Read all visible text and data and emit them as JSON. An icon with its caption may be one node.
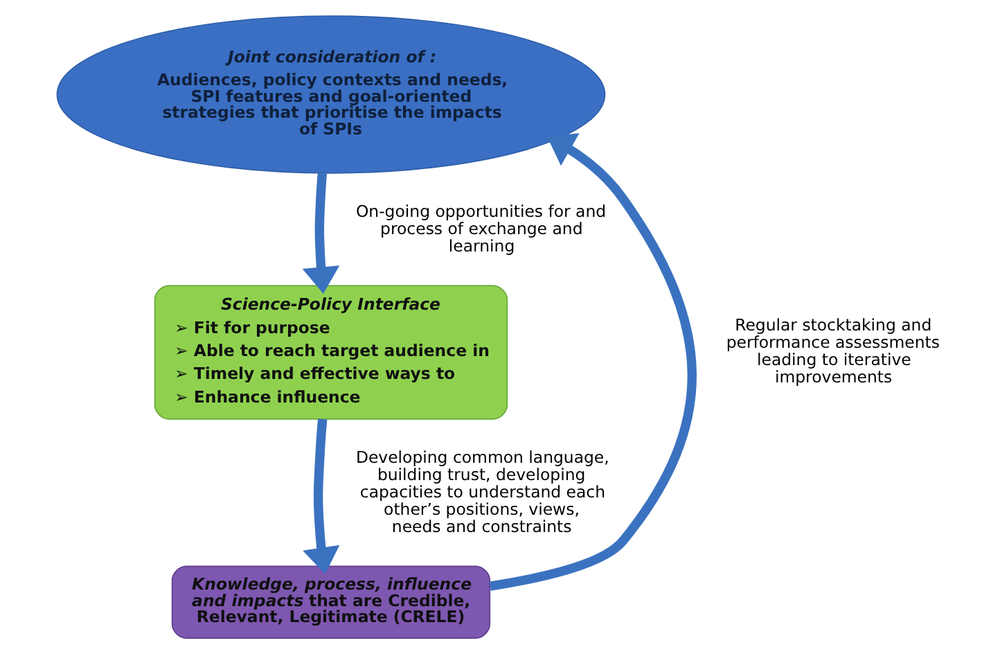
{
  "diagram": {
    "nodes": [
      {
        "text": [
          "Joint consideration of :",
          "Audiences, policy contexts and needs, SPI features and goal-oriented strategies that prioritise the impacts of SPIs"
        ]
      },
      {
        "text": [
          "Science-Policy Interface",
          "➢ Fit for purpose",
          "➢ Able to reach target audience in",
          "➢ Timely and effective ways to",
          "➢ Enhance influence"
        ]
      },
      {
        "text": [
          "*Knowledge, process, influence and impacts* that are Credible, Relevant, Legitimate (CRELE)"
        ]
      }
    ],
    "edges": [
      {
        "from": 0,
        "to": 1,
        "arrow": "to",
        "label": "On-going opportunities for and process of exchange and learning"
      },
      {
        "from": 1,
        "to": 2,
        "arrow": "to",
        "label": "Developing common language, building trust, developing capacities to understand each other’s positions, views, needs and constraints"
      },
      {
        "from": 2,
        "to": 0,
        "arrow": "to",
        "label": "Regular stocktaking and performance assessments leading to iterative improvements"
      }
    ]
  }
}
